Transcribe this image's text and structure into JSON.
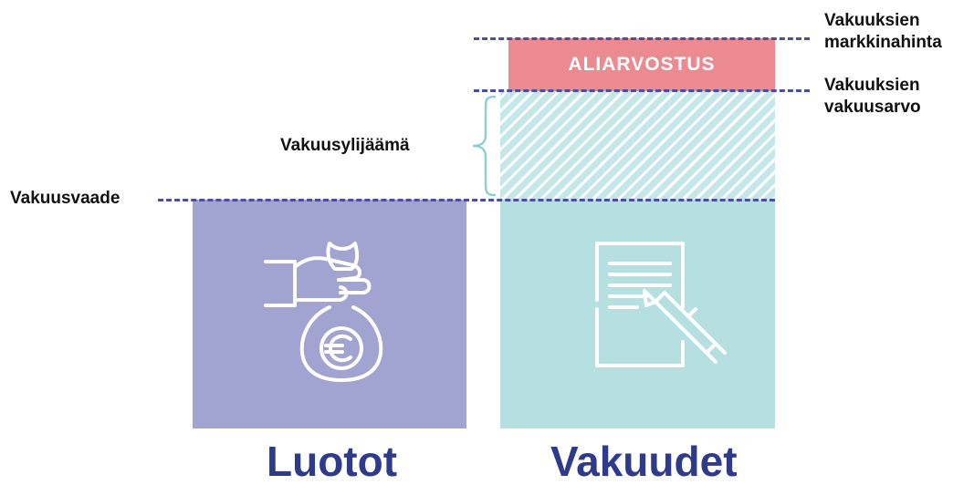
{
  "colors": {
    "loans": "#a1a3d1",
    "collateral": "#b5dfe0",
    "impairment": "#eb8a90",
    "dashed_line": "#4b4e9b",
    "title_text": "#2e3a8c"
  },
  "labels": {
    "market_price": [
      "Vakuuksien",
      "markkinahinta"
    ],
    "collateral_value": [
      "Vakuuksien",
      "vakuusarvo"
    ],
    "surplus": "Vakuusylijäämä",
    "requirement": "Vakuusvaade",
    "impairment": "ALIARVOSTUS"
  },
  "columns": {
    "loans": "Luotot",
    "collateral": "Vakuudet"
  },
  "icons": {
    "loans": "hand-money-bag-euro-icon",
    "collateral": "document-pen-icon"
  }
}
